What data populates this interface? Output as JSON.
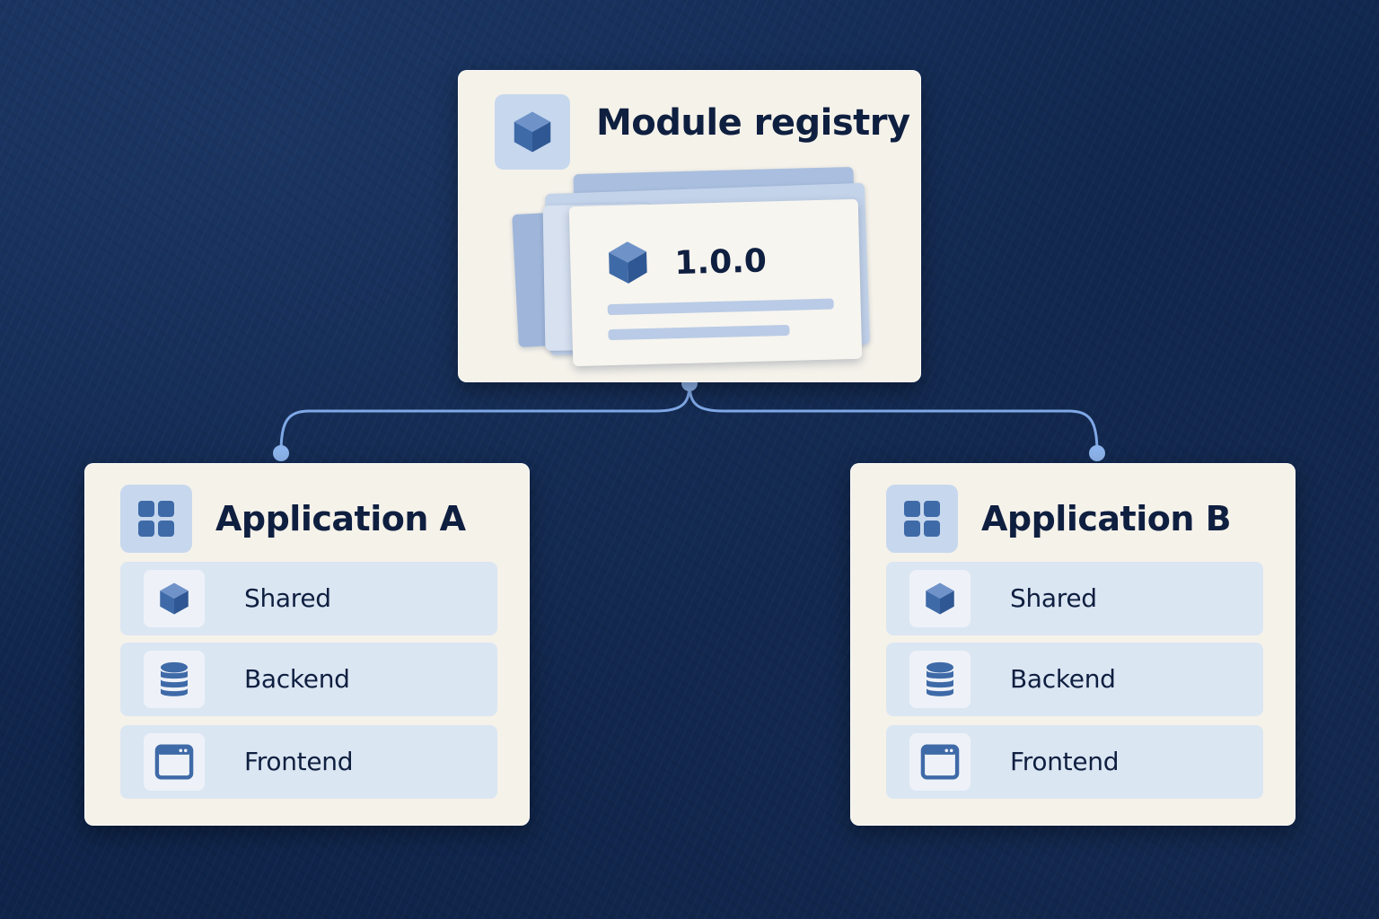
{
  "registry": {
    "title": "Module registry",
    "version": "1.0.0",
    "icon": "cube-icon"
  },
  "applications": [
    {
      "title": "Application A",
      "icon": "grid-icon",
      "modules": [
        {
          "label": "Shared",
          "icon": "cube-icon"
        },
        {
          "label": "Backend",
          "icon": "database-icon"
        },
        {
          "label": "Frontend",
          "icon": "browser-window-icon"
        }
      ]
    },
    {
      "title": "Application B",
      "icon": "grid-icon",
      "modules": [
        {
          "label": "Shared",
          "icon": "cube-icon"
        },
        {
          "label": "Backend",
          "icon": "database-icon"
        },
        {
          "label": "Frontend",
          "icon": "browser-window-icon"
        }
      ]
    }
  ],
  "colors": {
    "background": "#10264c",
    "card": "#f5f2ea",
    "accent": "#3f6aa8",
    "tile": "#c7d8ee",
    "row": "#dbe6f3",
    "connector": "#7fa8e6",
    "text": "#0f1f40"
  }
}
